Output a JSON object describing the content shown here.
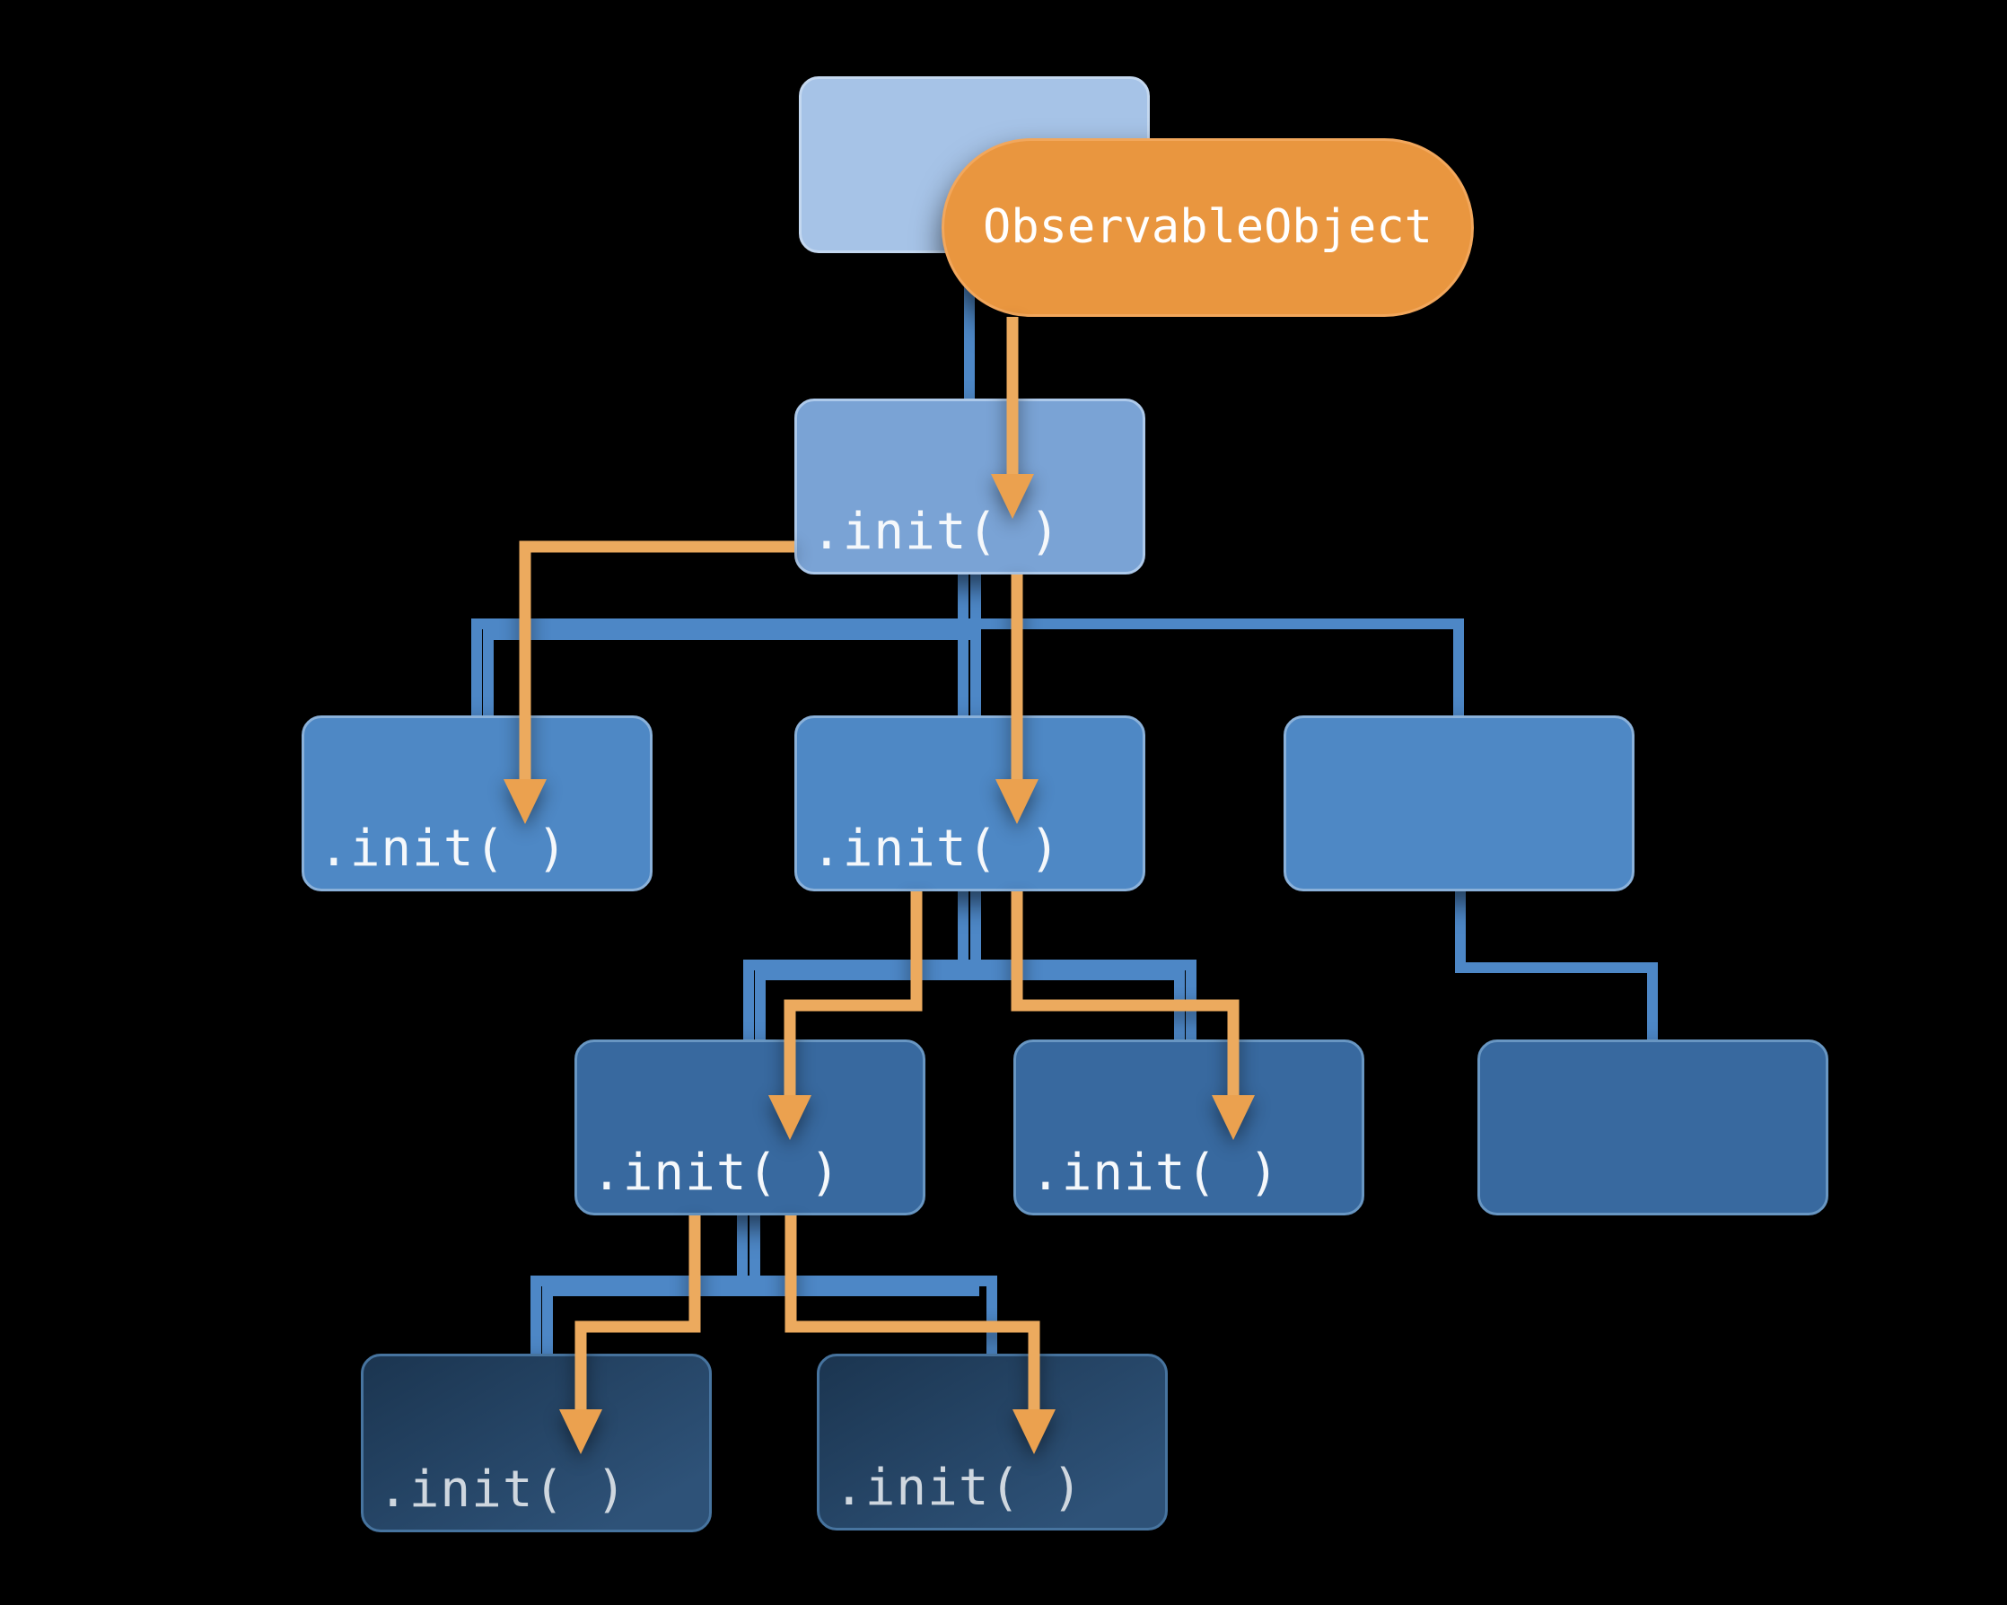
{
  "diagram": {
    "description": "View hierarchy tree with ObservableObject init propagation",
    "background": "#000000",
    "colors": {
      "connector_blue": "#4d87c6",
      "connector_orange": "#ecaa5e",
      "arrowhead_orange": "#eba14f",
      "pill_fill": "#e9963f",
      "level1_fill": "#a6c3e7",
      "level2_fill": "#7aa3d5",
      "level3_fill": "#4e88c5",
      "level4_fill": "#38699f",
      "level5_fill": "#223f5e"
    },
    "nodes": {
      "root": {
        "label": ""
      },
      "observable_object": {
        "label": "ObservableObject"
      },
      "l2": {
        "label": ".init( )"
      },
      "l3_left": {
        "label": ".init( )"
      },
      "l3_center": {
        "label": ".init( )"
      },
      "l3_right": {
        "label": ""
      },
      "l4_left": {
        "label": ".init( )"
      },
      "l4_center": {
        "label": ".init( )"
      },
      "l4_right": {
        "label": ""
      },
      "l5_left": {
        "label": ".init( )"
      },
      "l5_right": {
        "label": ".init( )"
      }
    }
  }
}
